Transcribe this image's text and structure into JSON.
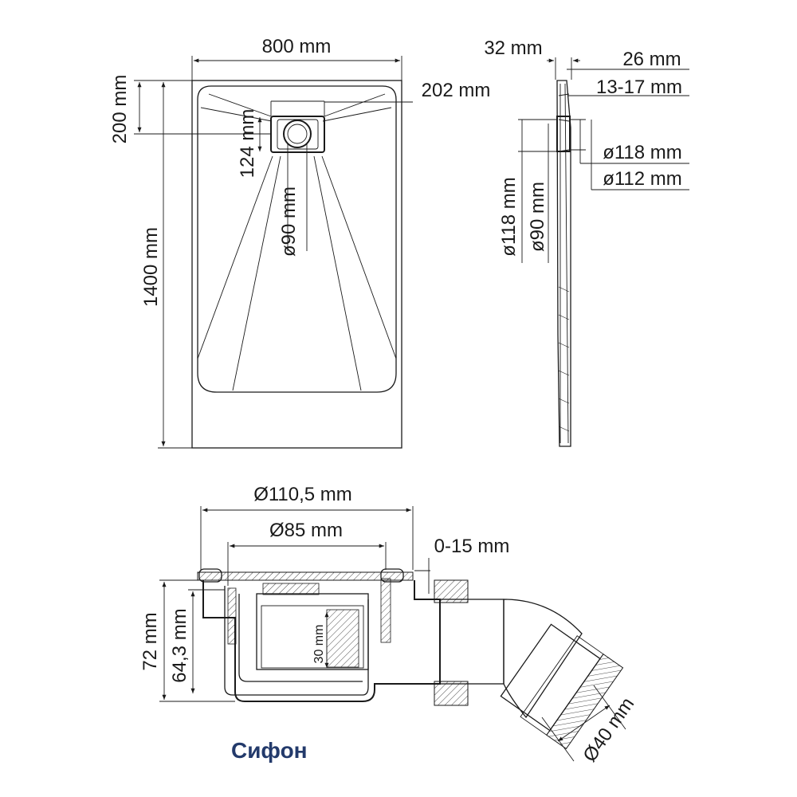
{
  "tray_top_view": {
    "width_label": "800 mm",
    "length_label": "1400 mm",
    "drain_offset_label": "200 mm",
    "drain_width_label": "202 mm",
    "drain_height_label": "124 mm",
    "outlet_diameter_label": "ø90 mm"
  },
  "tray_side_view": {
    "drain_area_label": "32 mm",
    "thickness_label": "26 mm",
    "edge_label": "13-17 mm",
    "outer_diameter_label": "ø118 mm",
    "inner_diameter_label": "ø112 mm",
    "vertical_outer_label": "ø118 mm",
    "vertical_inner_label": "ø90 mm"
  },
  "siphon": {
    "title": "Сифон",
    "flange_diameter_label": "Ø110,5 mm",
    "inner_diameter_label": "Ø85 mm",
    "adjust_label": "0-15 mm",
    "total_height_label": "72 mm",
    "body_height_label": "64,3 mm",
    "water_seal_label": "30 mm",
    "outlet_diameter_label": "Ø40 mm"
  }
}
